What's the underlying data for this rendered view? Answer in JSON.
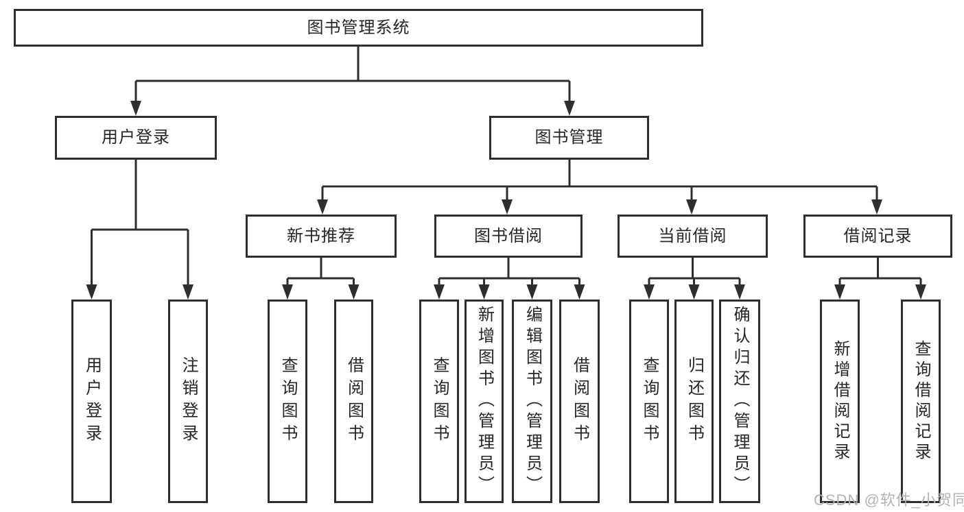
{
  "diagram": {
    "title": "图书管理系统",
    "nodes": {
      "root": {
        "label": "图书管理系统"
      },
      "user_login": {
        "label": "用户登录"
      },
      "book_mgmt": {
        "label": "图书管理"
      },
      "new_book_rec": {
        "label": "新书推荐"
      },
      "book_borrow": {
        "label": "图书借阅"
      },
      "current_borrow": {
        "label": "当前借阅"
      },
      "borrow_records": {
        "label": "借阅记录"
      },
      "leaf_user_login": {
        "label": "用户登录"
      },
      "leaf_logout": {
        "label": "注销登录"
      },
      "leaf_query_book_rec": {
        "label": "查询图书"
      },
      "leaf_borrow_book_rec": {
        "label": "借阅图书"
      },
      "leaf_query_book_borrow": {
        "label": "查询图书"
      },
      "leaf_add_book": {
        "label": "新增图书（管理员）"
      },
      "leaf_edit_book": {
        "label": "编辑图书（管理员）"
      },
      "leaf_borrow_book": {
        "label": "借阅图书"
      },
      "leaf_query_book_current": {
        "label": "查询图书"
      },
      "leaf_return_book": {
        "label": "归还图书"
      },
      "leaf_confirm_return": {
        "label": "确认归还（管理员）"
      },
      "leaf_add_borrow_record": {
        "label": "新增借阅记录"
      },
      "leaf_query_borrow_record": {
        "label": "查询借阅记录"
      }
    },
    "hierarchy": {
      "图书管理系统": {
        "用户登录": [
          "用户登录",
          "注销登录"
        ],
        "图书管理": {
          "新书推荐": [
            "查询图书",
            "借阅图书"
          ],
          "图书借阅": [
            "查询图书",
            "新增图书（管理员）",
            "编辑图书（管理员）",
            "借阅图书"
          ],
          "当前借阅": [
            "查询图书",
            "归还图书",
            "确认归还（管理员）"
          ],
          "借阅记录": [
            "新增借阅记录",
            "查询借阅记录"
          ]
        }
      }
    },
    "colors": {
      "line": "#2e2e2e",
      "box_border": "#2e2e2e",
      "box_background": "#ffffff",
      "text": "#262626"
    }
  },
  "watermark": {
    "text": "CSDN @软件_小贺同学",
    "color": "#b3b3b3"
  }
}
